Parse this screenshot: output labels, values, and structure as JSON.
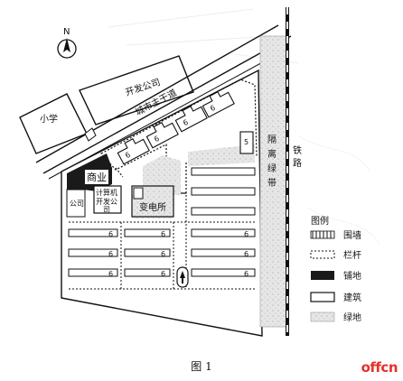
{
  "map": {
    "north": "N",
    "areas": {
      "primary_school": "小学",
      "dev_company": "开发公司",
      "main_road": "城市主干道",
      "commerce": "商业",
      "company": "公司",
      "computer_company": "计算机开发公司",
      "substation": "变电所",
      "railway": "铁路",
      "green_belt": "隔离绿带",
      "building_number": "6",
      "building_number_alt": "5"
    },
    "legend": {
      "title": "图例",
      "items": [
        {
          "label": "围墙"
        },
        {
          "label": "栏杆"
        },
        {
          "label": "铺地"
        },
        {
          "label": "建筑"
        },
        {
          "label": "绿地"
        }
      ]
    }
  },
  "caption": "图 1",
  "watermark": "offcn"
}
